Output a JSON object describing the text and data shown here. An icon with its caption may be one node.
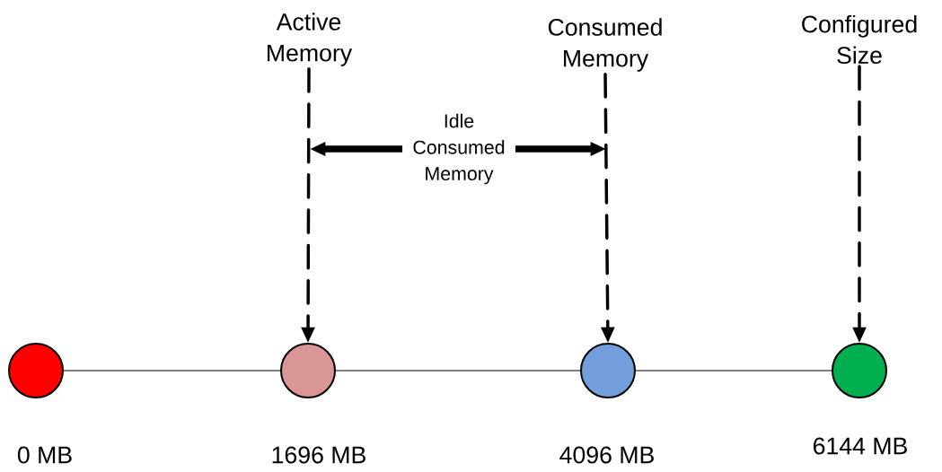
{
  "diagram": {
    "nodes": [
      {
        "text": [],
        "shape": "circle",
        "beside": [
          "0 MB"
        ]
      },
      {
        "text": [],
        "shape": "circle",
        "beside": [
          "1696 MB"
        ]
      },
      {
        "text": [],
        "shape": "circle",
        "beside": [
          "4096 MB"
        ]
      },
      {
        "text": [],
        "shape": "circle",
        "beside": [
          "6144 MB"
        ]
      },
      {
        "text": [
          "Active Memory"
        ]
      },
      {
        "text": [
          "Consumed Memory"
        ]
      },
      {
        "text": [
          "Configured Size"
        ]
      },
      {
        "text": [
          "Idle Consumed Memory"
        ]
      }
    ],
    "edges": [
      {
        "from": 0,
        "to": 1,
        "arrow": "none"
      },
      {
        "from": 1,
        "to": 2,
        "arrow": "none"
      },
      {
        "from": 2,
        "to": 3,
        "arrow": "none"
      },
      {
        "from": 4,
        "to": 1,
        "arrow": "to",
        "style": "dashed"
      },
      {
        "from": 5,
        "to": 2,
        "arrow": "to",
        "style": "dashed"
      },
      {
        "from": 6,
        "to": 3,
        "arrow": "to",
        "style": "dashed"
      },
      {
        "from": 7,
        "to": null,
        "arrow": "to",
        "style": "thick"
      },
      {
        "from": 7,
        "to": null,
        "arrow": "to",
        "style": "thick"
      }
    ]
  }
}
